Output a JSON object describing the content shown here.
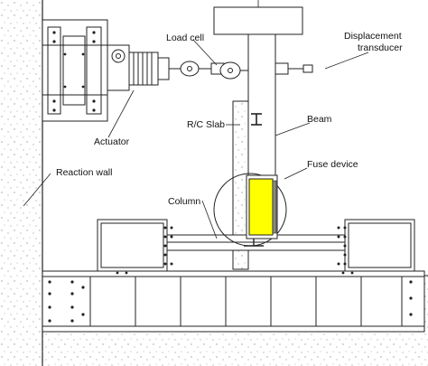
{
  "labels": {
    "load_cell": "Load cell",
    "displacement_line1": "Displacement",
    "displacement_line2": "transducer",
    "actuator": "Actuator",
    "rc_slab": "R/C Slab",
    "beam": "Beam",
    "reaction_wall": "Reaction wall",
    "fuse_device": "Fuse device",
    "column": "Column"
  },
  "colors": {
    "line": "#222222",
    "fuse_fill": "#ffff00",
    "fuse_plate": "#8a8a8a",
    "concrete_dots": "#9a9a9a",
    "background": "#ffffff"
  }
}
